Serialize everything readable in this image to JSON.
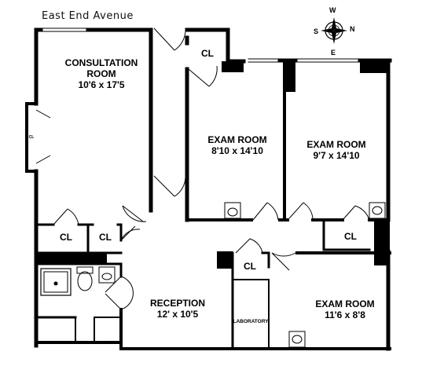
{
  "street": "East End Avenue",
  "compass": {
    "n": "N",
    "s": "S",
    "e": "E",
    "w": "W"
  },
  "rooms": {
    "consultation": {
      "name_line1": "CONSULTATION",
      "name_line2": "ROOM",
      "dims": "10'6 x 17'5"
    },
    "exam1": {
      "name": "EXAM ROOM",
      "dims": "8'10 x 14'10"
    },
    "exam2": {
      "name": "EXAM ROOM",
      "dims": "9'7 x 14'10"
    },
    "exam3": {
      "name": "EXAM ROOM",
      "dims": "11'6 x 8'8"
    },
    "reception": {
      "name": "RECEPTION",
      "dims": "12' x 10'5"
    },
    "laboratory": {
      "name": "LABORATORY"
    }
  },
  "closets": {
    "cl_top": "CL",
    "cl_left_wall": "CL",
    "cl_left1": "CL",
    "cl_left2": "CL",
    "cl_center": "CL",
    "cl_right": "CL"
  }
}
